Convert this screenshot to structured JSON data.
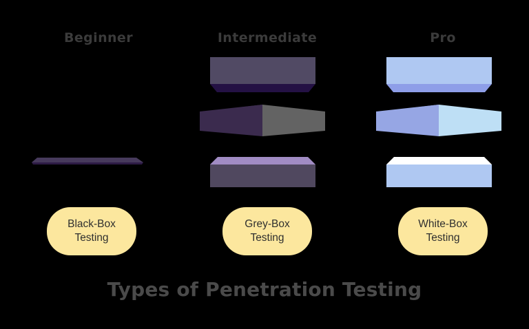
{
  "diagram": {
    "title": "Types of Penetration Testing",
    "background_color": "#000000",
    "title_color": "#4a4a4a",
    "header_color": "#3b3b3b",
    "pill_fill": "#FCE79E",
    "pill_text_color": "#2f2f2f",
    "columns": [
      {
        "header": "Beginner",
        "label_line1": "Black-Box",
        "label_line2": "Testing",
        "knowledge_level": "none",
        "visible_pieces": 1,
        "pieces": [
          {
            "piece": "box-bottom-lid",
            "top_color": "#473a5c",
            "side_color": "#2d1b45"
          }
        ]
      },
      {
        "header": "Intermediate",
        "label_line1": "Grey-Box",
        "label_line2": "Testing",
        "knowledge_level": "partial",
        "visible_pieces": 3,
        "pieces": [
          {
            "piece": "box-top-lid",
            "face_color": "#514A64",
            "under_color": "#241144"
          },
          {
            "piece": "box-middle-body-left",
            "front_color": "#3B2B4E",
            "top_color": "#4a3a5e"
          },
          {
            "piece": "box-middle-body-right",
            "front_color": "#636363",
            "top_color": "#6e6e6e"
          },
          {
            "piece": "box-bottom-base",
            "top_color": "#A18CC4",
            "front_color": "#50485F"
          }
        ]
      },
      {
        "header": "Pro",
        "label_line1": "White-Box",
        "label_line2": "Testing",
        "knowledge_level": "full",
        "visible_pieces": 3,
        "pieces": [
          {
            "piece": "box-top-lid",
            "face_color": "#AFC8F2",
            "under_color": "#8E9EE8"
          },
          {
            "piece": "box-middle-body-left",
            "front_color": "#96A6E4",
            "top_color": "#A3B2E9"
          },
          {
            "piece": "box-middle-body-right",
            "front_color": "#BEDFF5",
            "top_color": "#C8E5F8"
          },
          {
            "piece": "box-bottom-base",
            "top_color": "#FFFFFF",
            "front_color": "#AFC8F2"
          }
        ]
      }
    ]
  }
}
